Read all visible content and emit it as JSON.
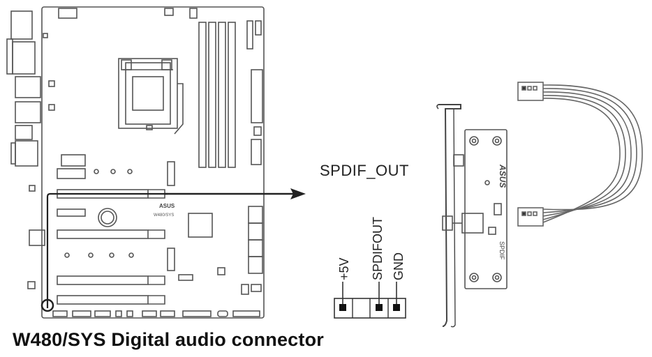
{
  "labels": {
    "spdif_out": "SPDIF_OUT",
    "caption": "W480/SYS Digital audio connector",
    "pins": [
      "+5V",
      "SPDIFOUT",
      "GND"
    ],
    "board_logo": "ASUS",
    "board_model": "W480/SYS",
    "bracket_logo": "ASUS",
    "bracket_label": "SPDIF"
  },
  "colors": {
    "line": "#333333",
    "board_outline": "#555555",
    "background": "#ffffff"
  }
}
